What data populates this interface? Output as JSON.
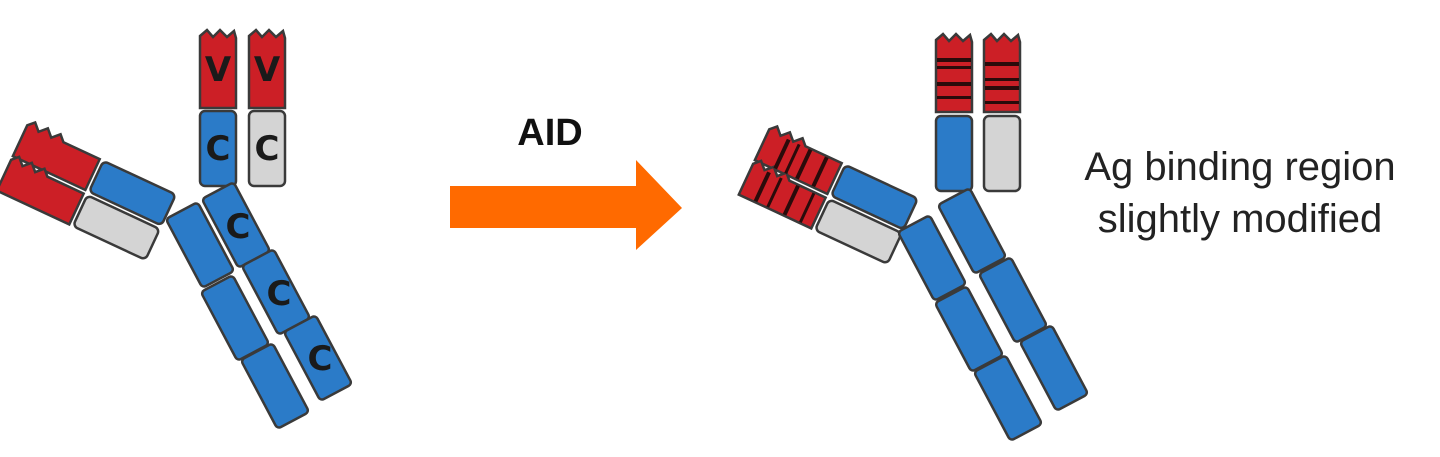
{
  "colors": {
    "variable_region": "#cc1f26",
    "heavy_constant": "#2b7bc8",
    "light_constant": "#d4d4d4",
    "mutation_band": "#2a0b0b",
    "arrow": "#ff6a00"
  },
  "left_antibody": {
    "heavy_v_label": "V",
    "light_v_label": "V",
    "heavy_c1_label": "C",
    "light_c_label": "C",
    "stem_c2_label": "C",
    "stem_c3_label": "C",
    "stem_c4_label": "C"
  },
  "process": {
    "enzyme_label": "AID"
  },
  "right_antibody": {
    "caption_line1": "Ag binding region",
    "caption_line2": "slightly modified"
  }
}
